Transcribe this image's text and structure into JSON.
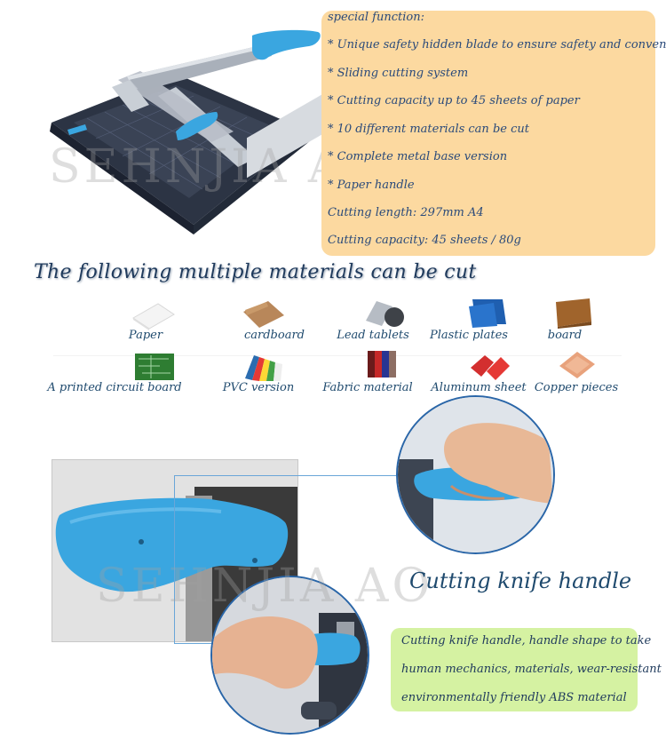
{
  "spec": {
    "heading": "special function:",
    "features": [
      "* Unique safety hidden blade to ensure safety and convenience",
      "* Sliding cutting system",
      "* Cutting capacity up to 45 sheets of paper",
      "* 10 different materials can be cut",
      "* Complete metal base version",
      "* Paper handle"
    ],
    "cutting_length": "Cutting length: 297mm A4",
    "cutting_capacity": "Cutting capacity: 45 sheets / 80g"
  },
  "watermark": "SEHNJIA AO",
  "materials": {
    "title": "The following multiple materials can be cut",
    "items": [
      {
        "label": "Paper",
        "icon": "paper-icon"
      },
      {
        "label": "cardboard",
        "icon": "cardboard-icon"
      },
      {
        "label": "Lead tablets",
        "icon": "lead-tablets-icon"
      },
      {
        "label": "Plastic plates",
        "icon": "plastic-plates-icon"
      },
      {
        "label": "board",
        "icon": "board-icon"
      },
      {
        "label": "A printed circuit board",
        "icon": "circuit-board-icon"
      },
      {
        "label": "PVC version",
        "icon": "pvc-icon"
      },
      {
        "label": "Fabric material",
        "icon": "fabric-icon"
      },
      {
        "label": "Aluminum sheet",
        "icon": "aluminum-sheet-icon"
      },
      {
        "label": "Copper pieces",
        "icon": "copper-pieces-icon"
      }
    ]
  },
  "handle": {
    "heading": "Cutting knife handle",
    "description": [
      "Cutting knife handle, handle shape to take",
      "human mechanics, materials, wear-resistant",
      "environmentally friendly ABS material"
    ]
  },
  "colors": {
    "spec_box": "#fcd9a0",
    "desc_box": "#d5f2a2",
    "handle_blue": "#3aa6e0",
    "text_blue": "#1f4a6e"
  }
}
